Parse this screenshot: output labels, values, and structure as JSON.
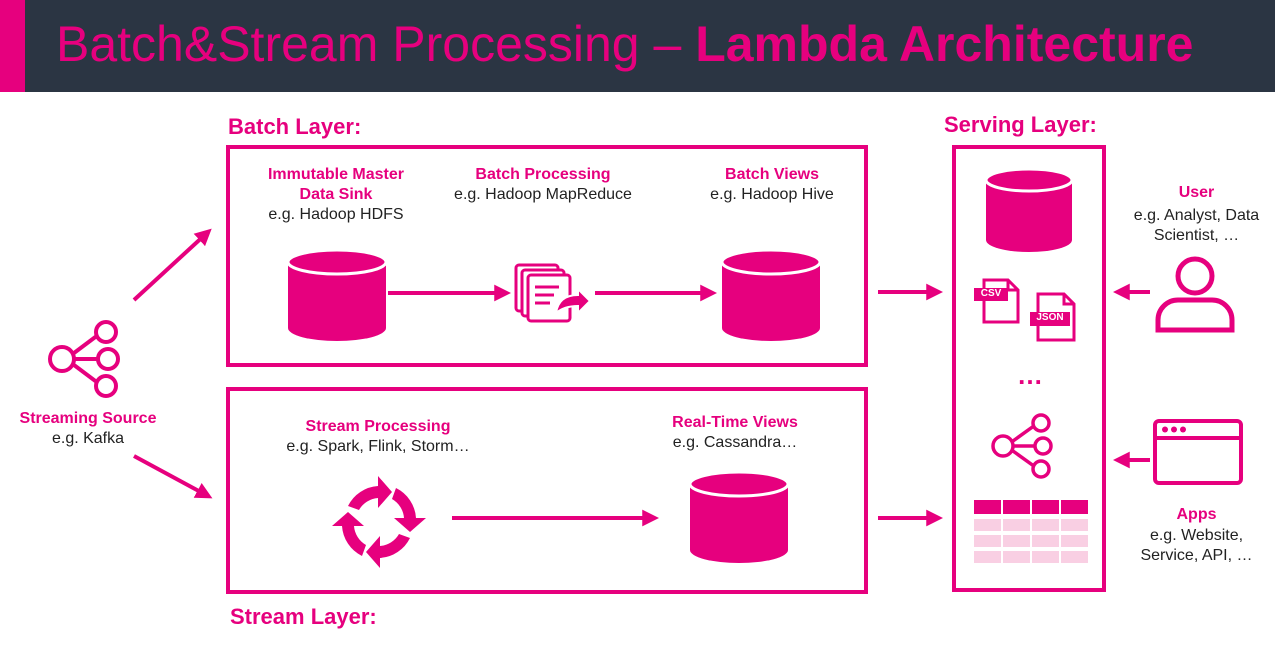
{
  "header": {
    "title_regular": "Batch&Stream Processing – ",
    "title_bold": "Lambda Architecture"
  },
  "layers": {
    "batch_label": "Batch Layer:",
    "stream_label": "Stream Layer:",
    "serving_label": "Serving Layer:"
  },
  "source": {
    "title": "Streaming Source",
    "example": "e.g. Kafka",
    "icon": "share-icon"
  },
  "batch": {
    "sink_title_line1": "Immutable Master",
    "sink_title_line2": "Data Sink",
    "sink_example": "e.g. Hadoop HDFS",
    "processing_title": "Batch Processing",
    "processing_example": "e.g. Hadoop MapReduce",
    "views_title": "Batch Views",
    "views_example": "e.g. Hadoop Hive"
  },
  "stream": {
    "processing_title": "Stream Processing",
    "processing_example": "e.g. Spark, Flink, Storm…",
    "views_title": "Real-Time Views",
    "views_example": "e.g. Cassandra…"
  },
  "serving": {
    "csv_label": "CSV",
    "json_label": "JSON",
    "ellipsis": "…"
  },
  "consumers": {
    "user_title": "User",
    "user_example_line1": "e.g. Analyst, Data",
    "user_example_line2": "Scientist, …",
    "apps_title": "Apps",
    "apps_example_line1": "e.g. Website,",
    "apps_example_line2": "Service, API, …"
  },
  "colors": {
    "accent": "#e6007e",
    "header_bg": "#2b3543",
    "table_light": "#f9cfe3"
  }
}
